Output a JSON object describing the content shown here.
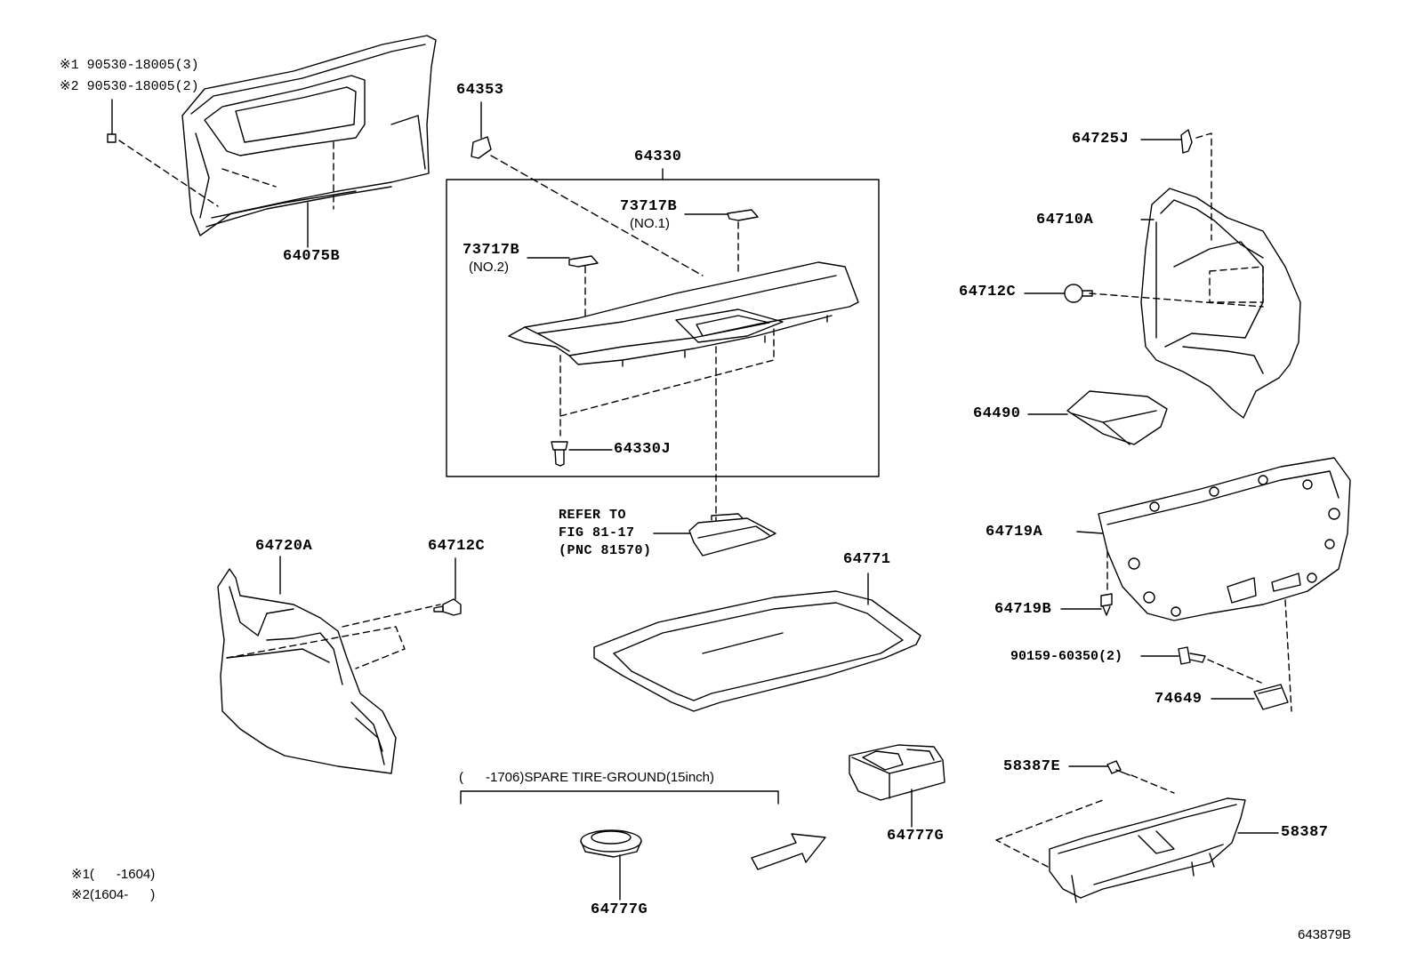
{
  "labels": {
    "note1": "※1 90530-18005(3)",
    "note2": "※2 90530-18005(2)",
    "p64075b": "64075B",
    "p64353": "64353",
    "p64330": "64330",
    "p73717b_1": "73717B",
    "no1": "(NO.1)",
    "p73717b_2": "73717B",
    "no2": "(NO.2)",
    "p64330j": "64330J",
    "refer_to": "REFER TO",
    "fig": "FIG 81-17",
    "pnc": "(PNC 81570)",
    "p64725j": "64725J",
    "p64710a": "64710A",
    "p64712c_r": "64712C",
    "p64490": "64490",
    "p64719a": "64719A",
    "p64719b": "64719B",
    "p90159": "90159-60350(2)",
    "p74649": "74649",
    "p64720a": "64720A",
    "p64712c_l": "64712C",
    "p64771": "64771",
    "spare_tire": "(      -1706)SPARE TIRE-GROUND(15inch)",
    "p64777g_a": "64777G",
    "p64777g_b": "64777G",
    "p58387e": "58387E",
    "p58387": "58387",
    "footnote1": "※1(      -1604)",
    "footnote2": "※2(1604-      )",
    "diagram_id": "643879B"
  }
}
